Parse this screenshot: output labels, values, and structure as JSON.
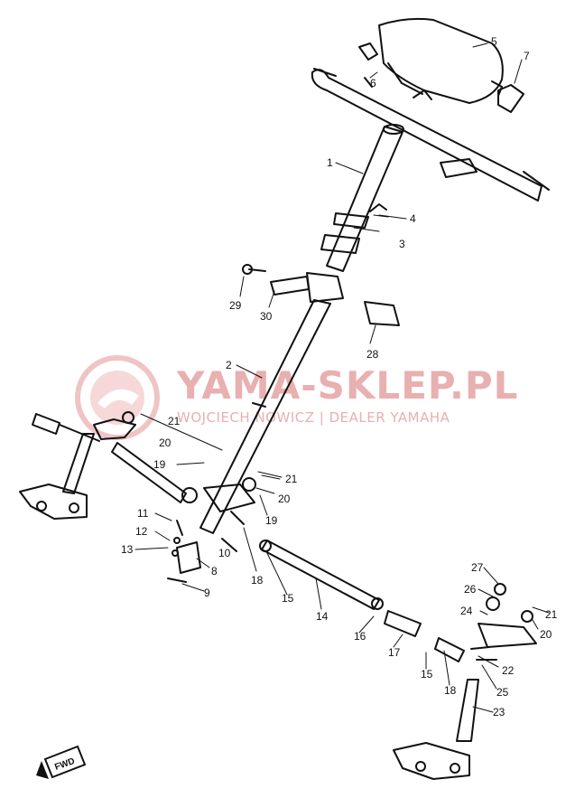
{
  "watermark": {
    "title": "YAMA-SKLEP.PL",
    "subtitle": "WOJCIECH NOWICZ | DEALER YAMAHA"
  },
  "fwd_badge": "FWD",
  "callouts": [
    "1",
    "2",
    "3",
    "4",
    "5",
    "6",
    "7",
    "8",
    "9",
    "10",
    "11",
    "12",
    "13",
    "14",
    "15",
    "15",
    "16",
    "17",
    "18",
    "18",
    "19",
    "19",
    "20",
    "20",
    "20",
    "21",
    "21",
    "21",
    "22",
    "23",
    "24",
    "25",
    "26",
    "27",
    "28",
    "29",
    "30"
  ]
}
